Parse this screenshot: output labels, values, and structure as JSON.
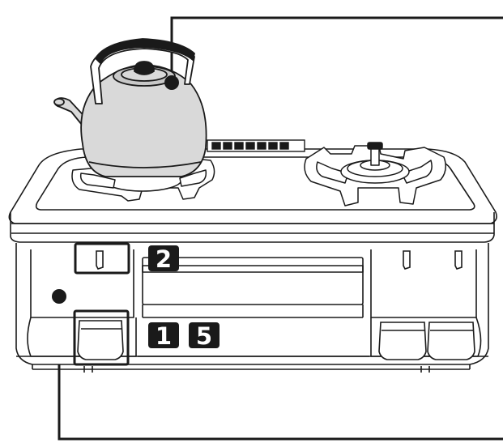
{
  "figure": {
    "colors": {
      "line": "#1a1a1a",
      "kettle_fill": "#d9d9d9",
      "kettle_lid": "#c8c8c8",
      "handle_grip": "#1a1a1a",
      "badge_fill": "#1a1a1a",
      "badge_text": "#ffffff",
      "background": "#ffffff"
    },
    "badges": [
      {
        "id": "badge-2",
        "label": "2"
      },
      {
        "id": "badge-1",
        "label": "1"
      },
      {
        "id": "badge-5",
        "label": "5"
      }
    ]
  }
}
